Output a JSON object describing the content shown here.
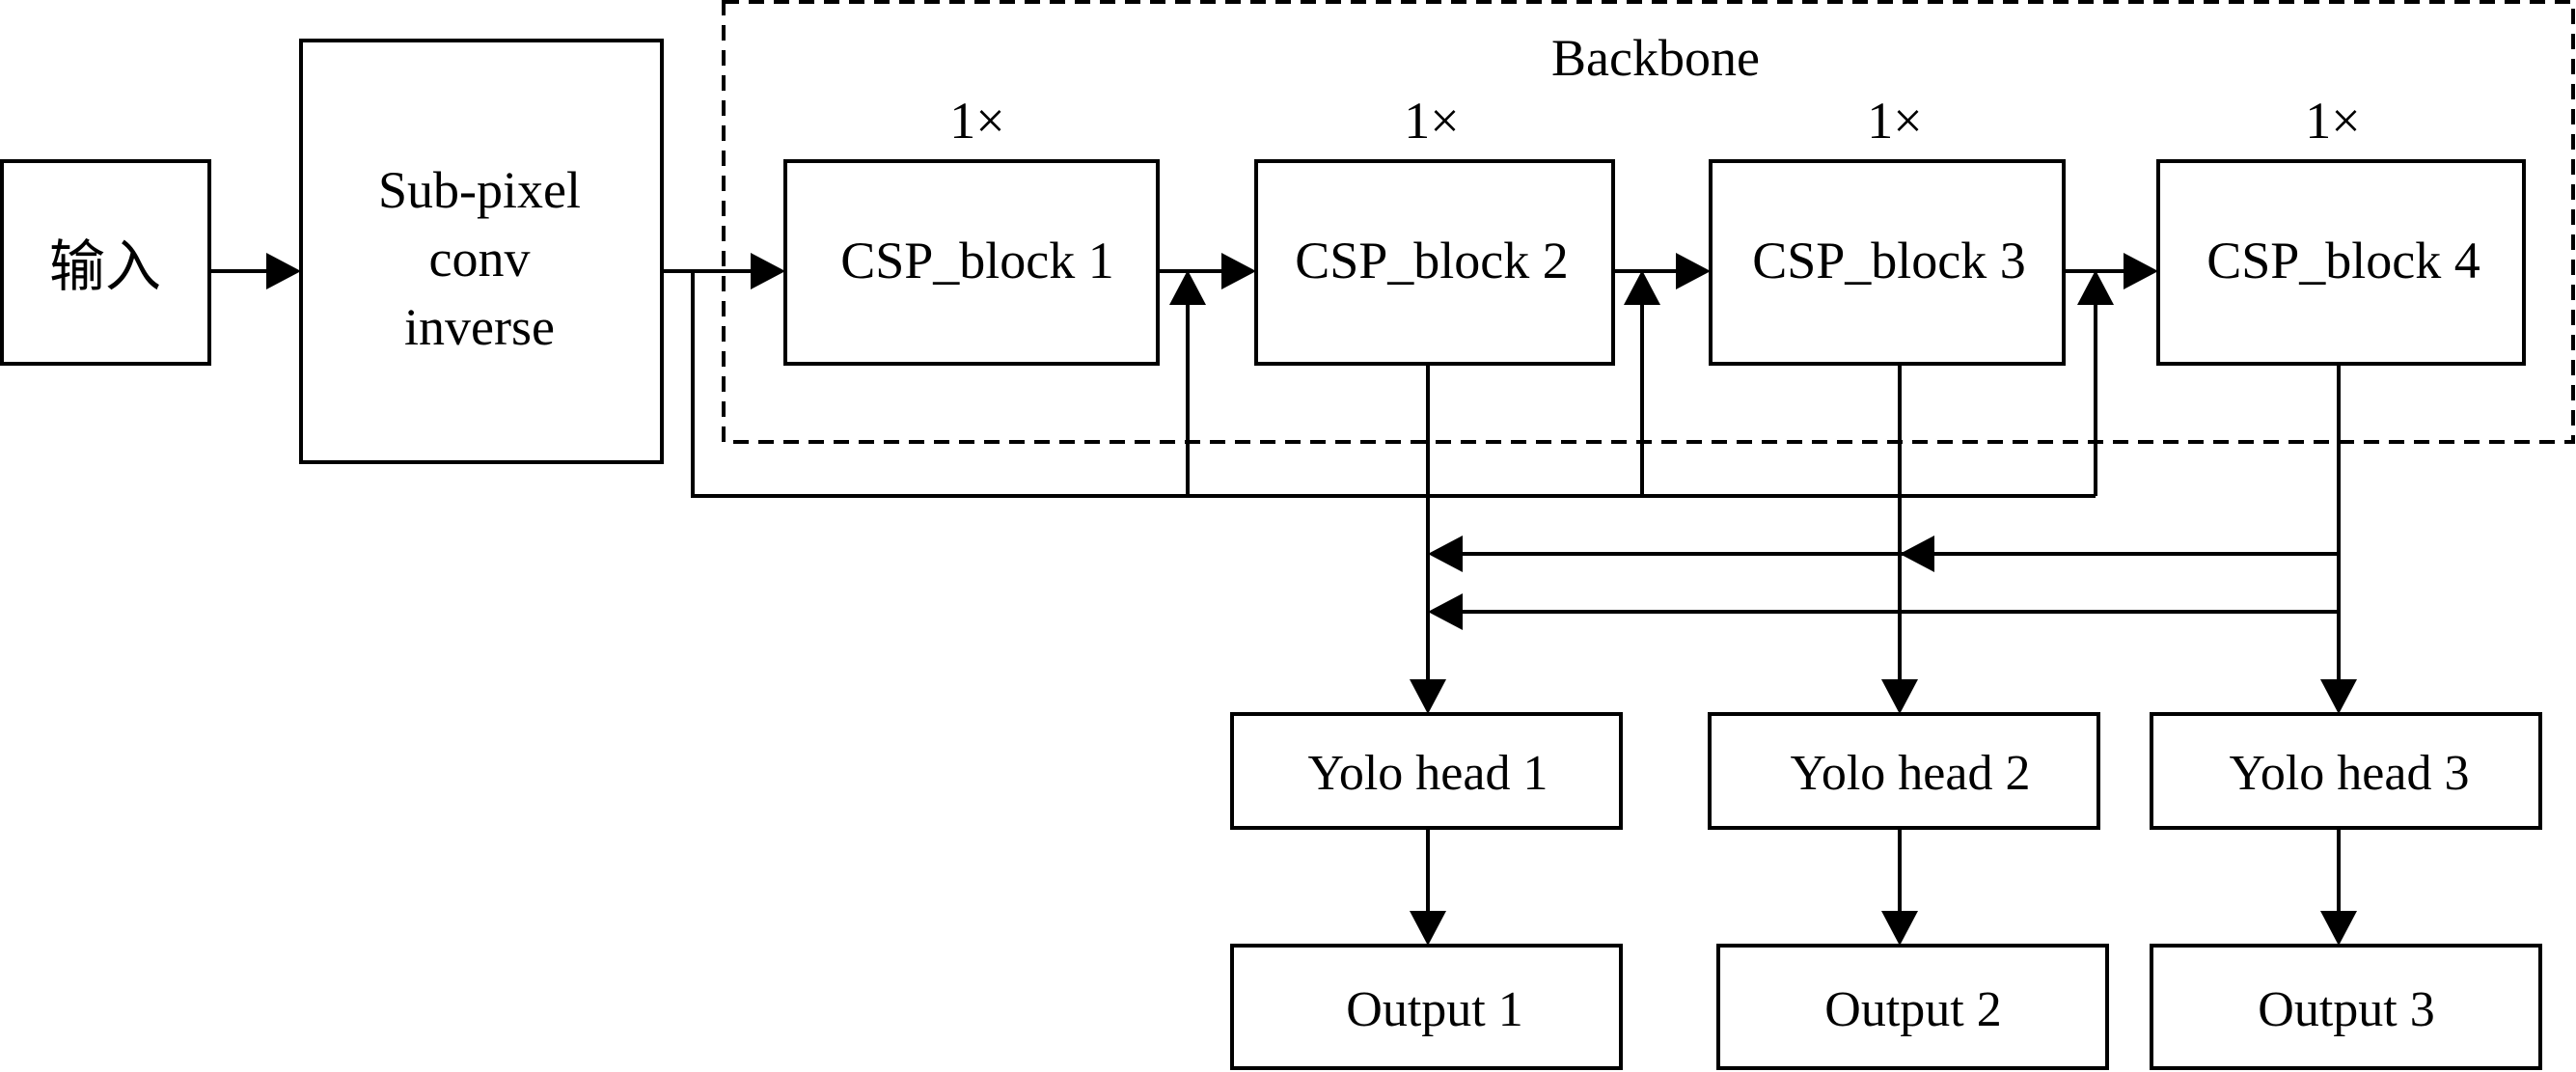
{
  "diagram": {
    "input_label": "输入",
    "subpixel_label": [
      "Sub-pixel",
      "conv",
      "inverse"
    ],
    "backbone_label": "Backbone",
    "repeat_label": "1×",
    "csp_blocks": [
      "CSP_block 1",
      "CSP_block 2",
      "CSP_block 3",
      "CSP_block 4"
    ],
    "yolo_heads": [
      "Yolo head 1",
      "Yolo head 2",
      "Yolo head 3"
    ],
    "outputs": [
      "Output 1",
      "Output 2",
      "Output 3"
    ]
  }
}
